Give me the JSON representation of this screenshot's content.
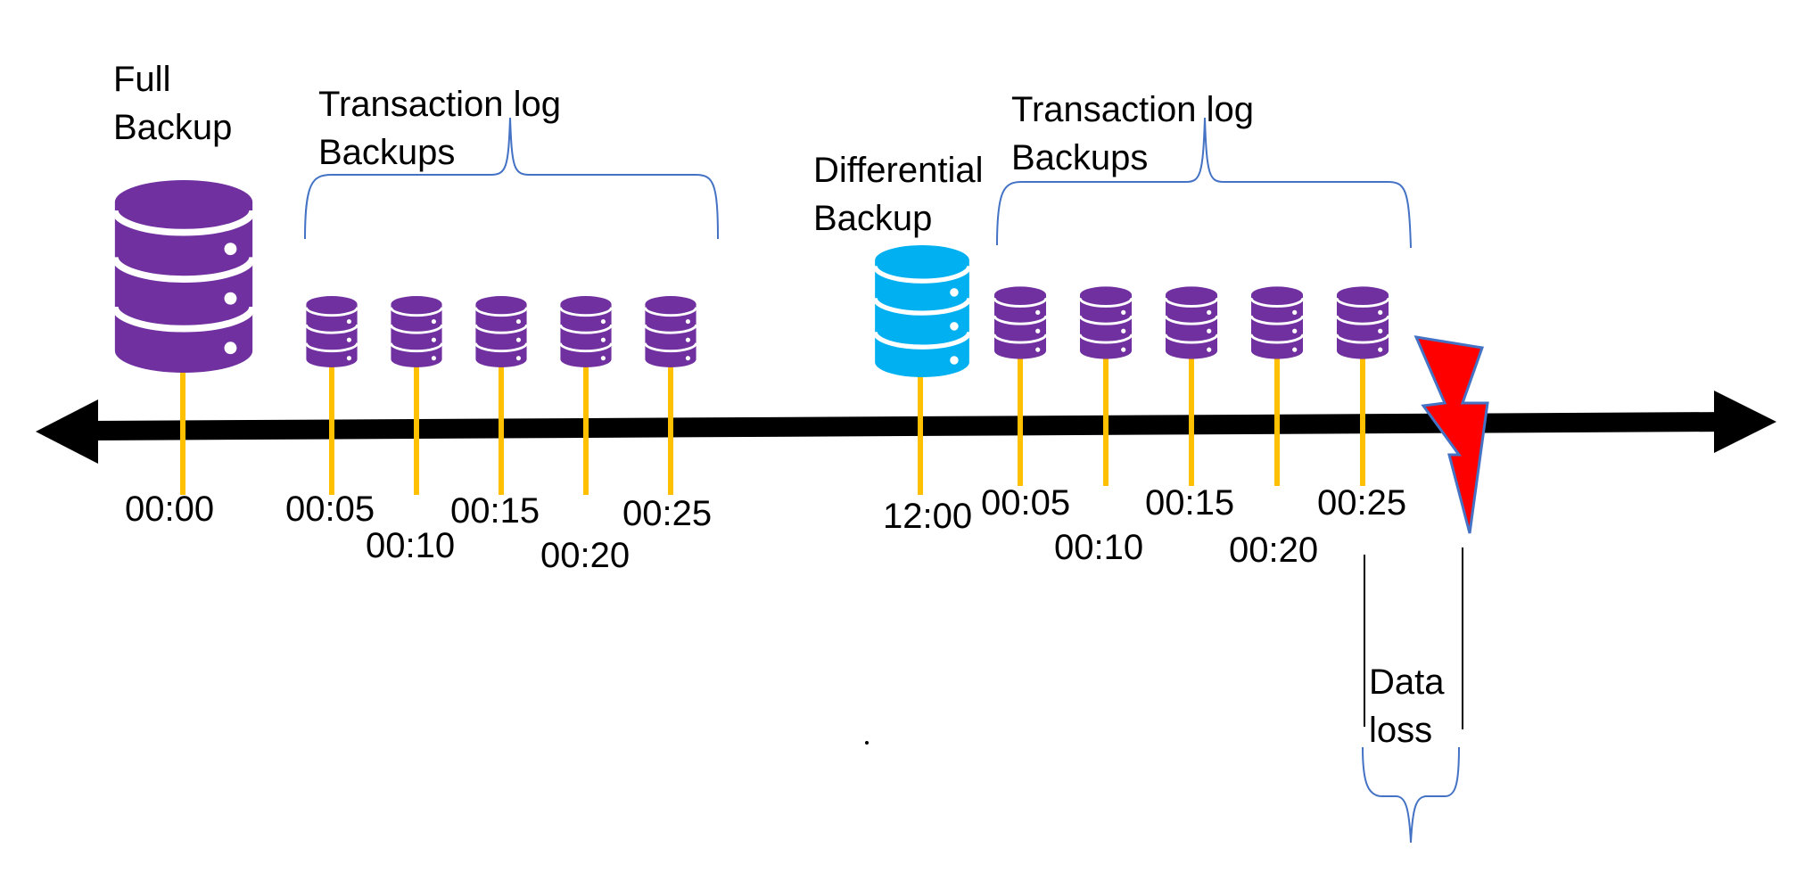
{
  "labels": {
    "full_backup_line1": "Full",
    "full_backup_line2": "Backup",
    "tlog1_line1": "Transaction log",
    "tlog1_line2": "Backups",
    "differential_line1": "Differential",
    "differential_line2": "Backup",
    "tlog2_line1": "Transaction log",
    "tlog2_line2": "Backups",
    "data_loss_line1": "Data",
    "data_loss_line2": "loss"
  },
  "times": {
    "full": "00:00",
    "log1": [
      "00:05",
      "00:10",
      "00:15",
      "00:20",
      "00:25"
    ],
    "differential": "12:00",
    "log2": [
      "00:05",
      "00:10",
      "00:15",
      "00:20",
      "00:25"
    ]
  },
  "colors": {
    "full_db": "#7030a0",
    "log_db": "#7030a0",
    "differential_db": "#00b0f0",
    "stem": "#ffc000",
    "timeline": "#000000",
    "brace": "#4472c4",
    "bolt_fill": "#ff0000",
    "bolt_stroke": "#4472c4"
  },
  "icons": {
    "database": "database-icon",
    "failure": "lightning-bolt-icon"
  }
}
